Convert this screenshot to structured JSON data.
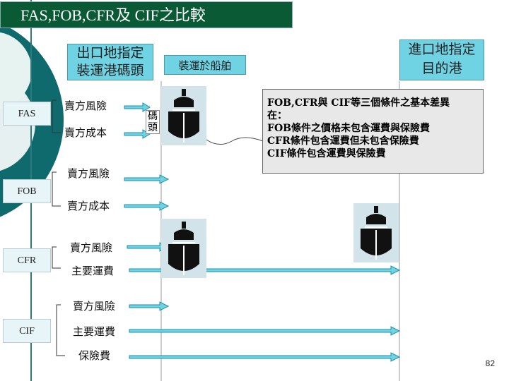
{
  "title": "FAS,FOB,CFR及 CIF之比較",
  "header": {
    "export_port_line1": "出口地指定",
    "export_port_line2": "裝運港碼頭",
    "loading_on_ship": "裝運於船舶",
    "import_dest_line1": "進口地指定",
    "import_dest_line2": "目的港"
  },
  "terms": [
    {
      "code": "FAS",
      "labels": [
        "賣方風險",
        "賣方成本"
      ]
    },
    {
      "code": "FOB",
      "labels": [
        "賣方風險",
        "賣方成本"
      ]
    },
    {
      "code": "CFR",
      "labels": [
        "賣方風險",
        "主要運費"
      ]
    },
    {
      "code": "CIF",
      "labels": [
        "賣方風險",
        "主要運費",
        "保險費"
      ]
    }
  ],
  "dock_label": "碼頭",
  "note": {
    "line1": "FOB,CFR與 CIF等三個條件之基本差異",
    "line2": "在：",
    "line3": "FOB條件之價格未包含運費與保險費",
    "line4": "CFR條件包含運費但未包含保險費",
    "line5": "CIF條件包含運費與保險費"
  },
  "page_number": "82",
  "colors": {
    "title_bg": "#0b5a36",
    "box_bg": "#6fd3e4",
    "arrow": "#1a8fa8",
    "ship_bg": "#d3e3ea"
  }
}
